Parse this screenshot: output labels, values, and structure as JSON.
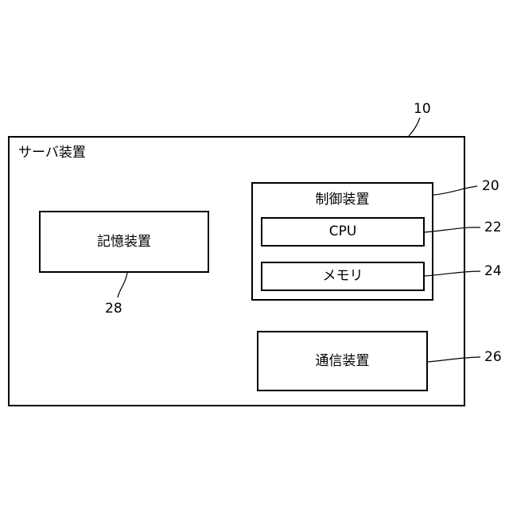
{
  "server": {
    "label": "サーバ装置",
    "ref": "10"
  },
  "control": {
    "label": "制御装置",
    "ref": "20"
  },
  "cpu": {
    "label": "CPU",
    "ref": "22"
  },
  "memory": {
    "label": "メモリ",
    "ref": "24"
  },
  "comm": {
    "label": "通信装置",
    "ref": "26"
  },
  "storage": {
    "label": "記憶装置",
    "ref": "28"
  }
}
